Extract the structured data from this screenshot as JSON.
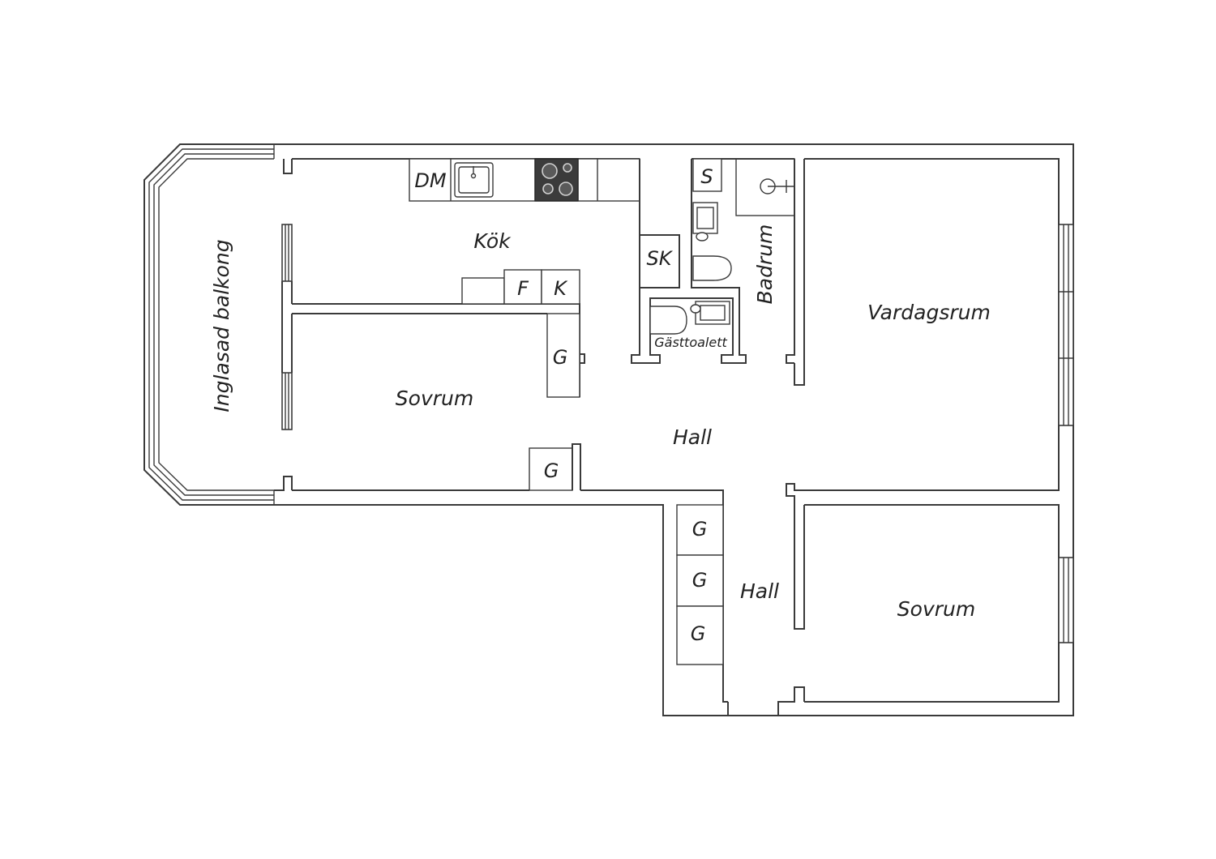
{
  "rooms": {
    "balcony": "Inglasad balkong",
    "kitchen": "Kök",
    "bedroom_west": "Sovrum",
    "hall_center": "Hall",
    "living_room": "Vardagsrum",
    "bathroom": "Badrum",
    "guest_toilet": "Gästtoalett",
    "hall_south": "Hall",
    "bedroom_southeast": "Sovrum"
  },
  "fixtures": {
    "dishwasher": "DM",
    "fridge": "F",
    "freezer": "K",
    "wardrobe": "G",
    "cleaning_closet": "SK",
    "shower_label": "S"
  }
}
